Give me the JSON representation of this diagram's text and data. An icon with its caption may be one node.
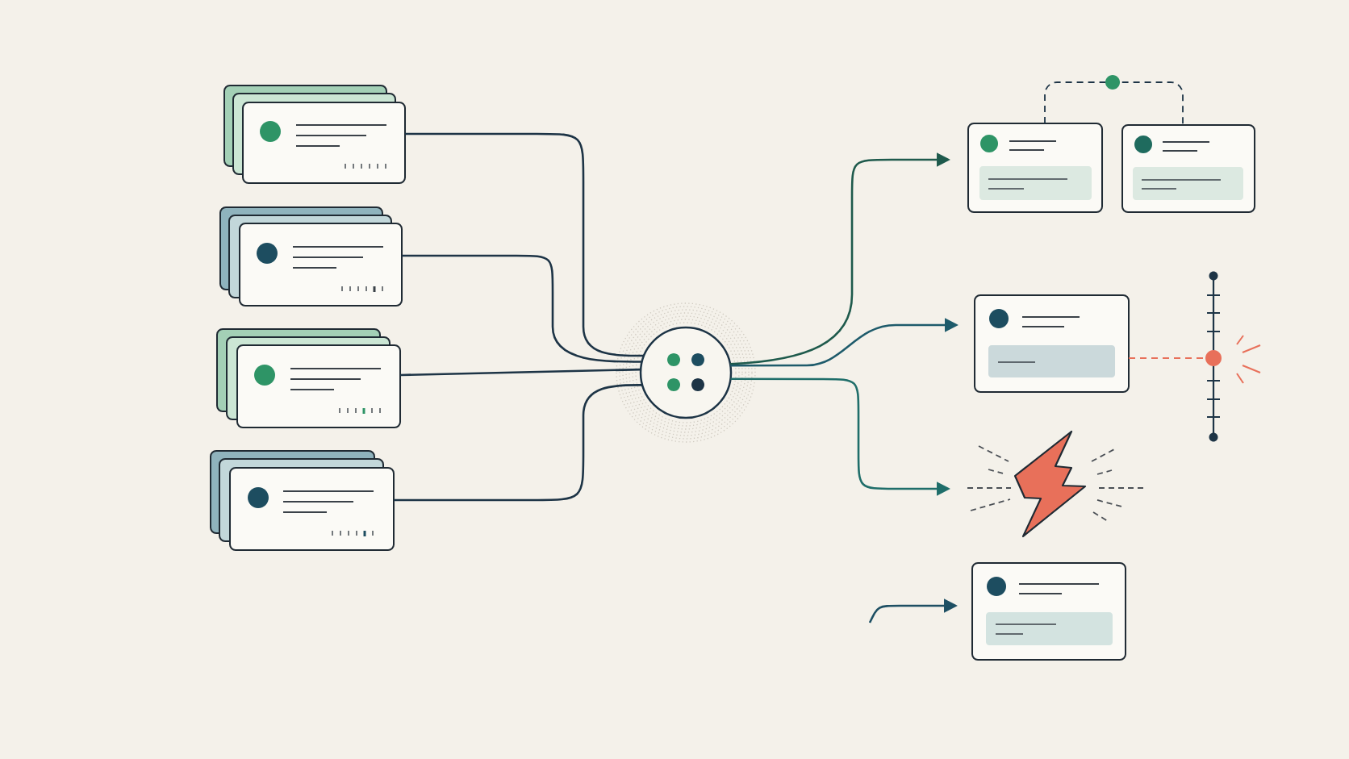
{
  "diagram": {
    "nodes": [
      {
        "text": [],
        "shape": "box"
      },
      {
        "text": [],
        "shape": "box"
      },
      {
        "text": [],
        "shape": "box"
      },
      {
        "text": [],
        "shape": "box"
      },
      {
        "text": [],
        "shape": "circle"
      },
      {
        "text": [],
        "shape": "box"
      },
      {
        "text": [],
        "shape": "box"
      },
      {
        "text": [],
        "shape": "box"
      },
      {
        "text": [],
        "shape": "lightning"
      },
      {
        "text": [],
        "shape": "box"
      },
      {
        "text": [],
        "shape": "circle"
      }
    ],
    "edges": [
      {
        "from": 0,
        "to": 4,
        "arrow": "none"
      },
      {
        "from": 1,
        "to": 4,
        "arrow": "none"
      },
      {
        "from": 2,
        "to": 4,
        "arrow": "none"
      },
      {
        "from": 3,
        "to": 4,
        "arrow": "none"
      },
      {
        "from": 4,
        "to": 5,
        "arrow": "to",
        "color": "#1e5a4c"
      },
      {
        "from": 4,
        "to": 7,
        "arrow": "to",
        "color": "#1e5b6b"
      },
      {
        "from": 4,
        "to": 8,
        "arrow": "to",
        "color": "#1f6e6a"
      },
      {
        "from": null,
        "to": 9,
        "arrow": "to",
        "color": "#1d4f63"
      },
      {
        "from": 5,
        "to": 6,
        "arrow": "none",
        "style": "dashed"
      },
      {
        "from": 7,
        "to": 10,
        "arrow": "none",
        "style": "dashed",
        "color": "#e8705a"
      }
    ]
  }
}
